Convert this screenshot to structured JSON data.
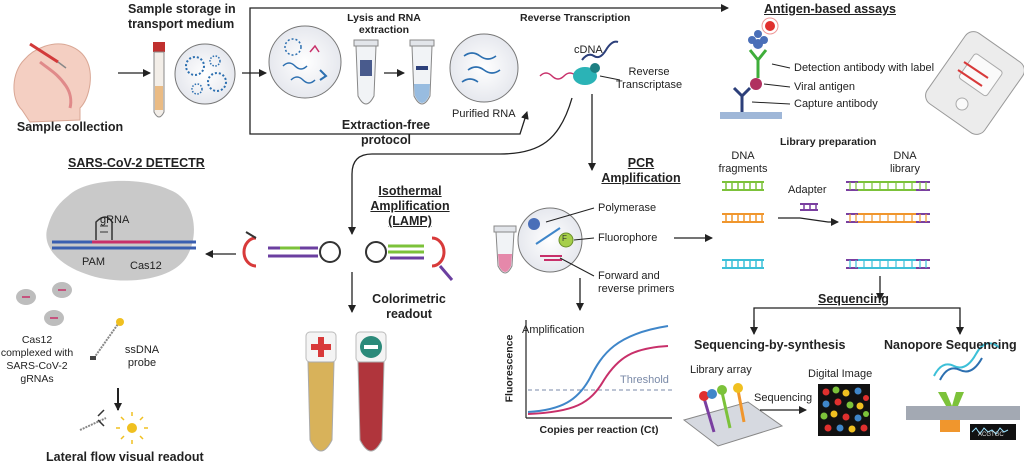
{
  "labels": {
    "sample_collection": "Sample collection",
    "sample_storage": "Sample storage in transport medium",
    "lysis_rna": "Lysis and RNA extraction",
    "purified_rna": "Purified RNA",
    "extraction_free": "Extraction-free protocol",
    "reverse_transcription": "Reverse Transcription",
    "cdna": "cDNA",
    "reverse_transcriptase": "Reverse Transcriptase",
    "antigen_assays": "Antigen-based assays",
    "detection_antibody": "Detection antibody with label",
    "viral_antigen": "Viral antigen",
    "capture_antibody": "Capture antibody",
    "detectr": "SARS-CoV-2 DETECTR",
    "grna": "gRNA",
    "pam": "PAM",
    "cas12": "Cas12",
    "cas12_complexed": "Cas12 complexed with SARS-CoV-2 gRNAs",
    "ssdna_probe": "ssDNA probe",
    "lateral_flow": "Lateral flow visual readout",
    "isothermal": "Isothermal Amplification (LAMP)",
    "colorimetric": "Colorimetric readout",
    "pcr": "PCR Amplification",
    "polymerase": "Polymerase",
    "fluorophore": "Fluorophore",
    "fluorophore_mark": "F",
    "primers": "Forward and reverse primers",
    "amplification": "Amplification",
    "threshold": "Threshold",
    "fluorescence": "Fluorescence",
    "copies_axis": "Copies per reaction (Ct)",
    "library_prep": "Library preparation",
    "dna_fragments": "DNA fragments",
    "dna_library": "DNA library",
    "adapter": "Adapter",
    "sequencing_header": "Sequencing",
    "sbs": "Sequencing-by-synthesis",
    "nanopore": "Nanopore Sequencing",
    "library_array": "Library array",
    "sequencing_step": "Sequencing",
    "digital_image": "Digital Image",
    "acgtc": "ACGTGC"
  },
  "colors": {
    "arrow": "#222222",
    "tube_positive": "#d8b25a",
    "tube_negative": "#b0353c",
    "curve_blue": "#3f86c9",
    "curve_pink": "#c8306a",
    "threshold": "#7a8aa8",
    "cas12_blob": "#c9c9c9",
    "dna_green": "#7cc23a",
    "dna_orange": "#f0962d",
    "dna_cyan": "#3cc0d8",
    "dna_purple": "#7a3fa0",
    "virus": "#2c6fb0"
  }
}
